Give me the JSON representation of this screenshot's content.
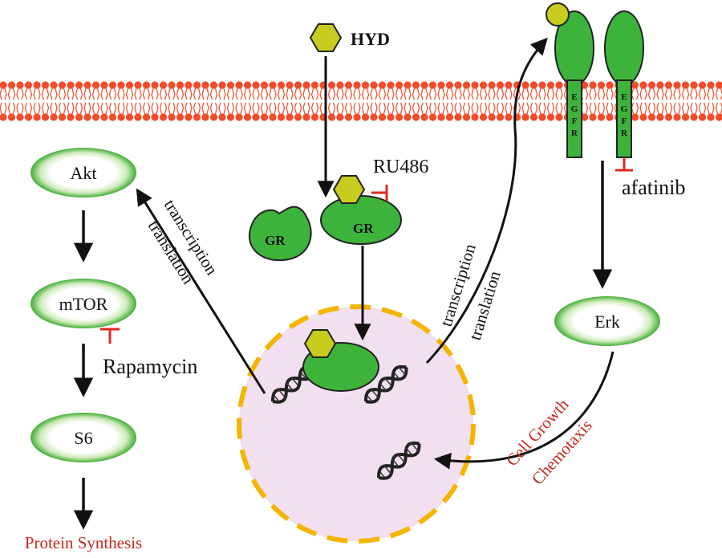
{
  "labels": {
    "hyd": "HYD",
    "ru486": "RU486",
    "gr_left": "GR",
    "gr_right": "GR",
    "akt": "Akt",
    "mtor": "mTOR",
    "rapamycin": "Rapamycin",
    "s6": "S6",
    "protein_synthesis": "Protein Synthesis",
    "erk": "Erk",
    "afatinib": "afatinib",
    "egfr_letters": [
      "E",
      "G",
      "F",
      "R"
    ],
    "left_transcription": "transcription",
    "left_translation": "translation",
    "right_transcription": "transcription",
    "right_translation": "translation",
    "cell_growth": "Cell Growth",
    "chemotaxis": "Chemotaxis"
  },
  "colors": {
    "green": "#3db33b",
    "green_light": "#dff3d6",
    "hexagon": "#c8cc1e",
    "membrane": "#f24a2a",
    "nucleus_fill": "#f2dff0",
    "nucleus_border": "#f5b400",
    "inhibitor": "#e0281e",
    "red_text": "#c8281e"
  }
}
